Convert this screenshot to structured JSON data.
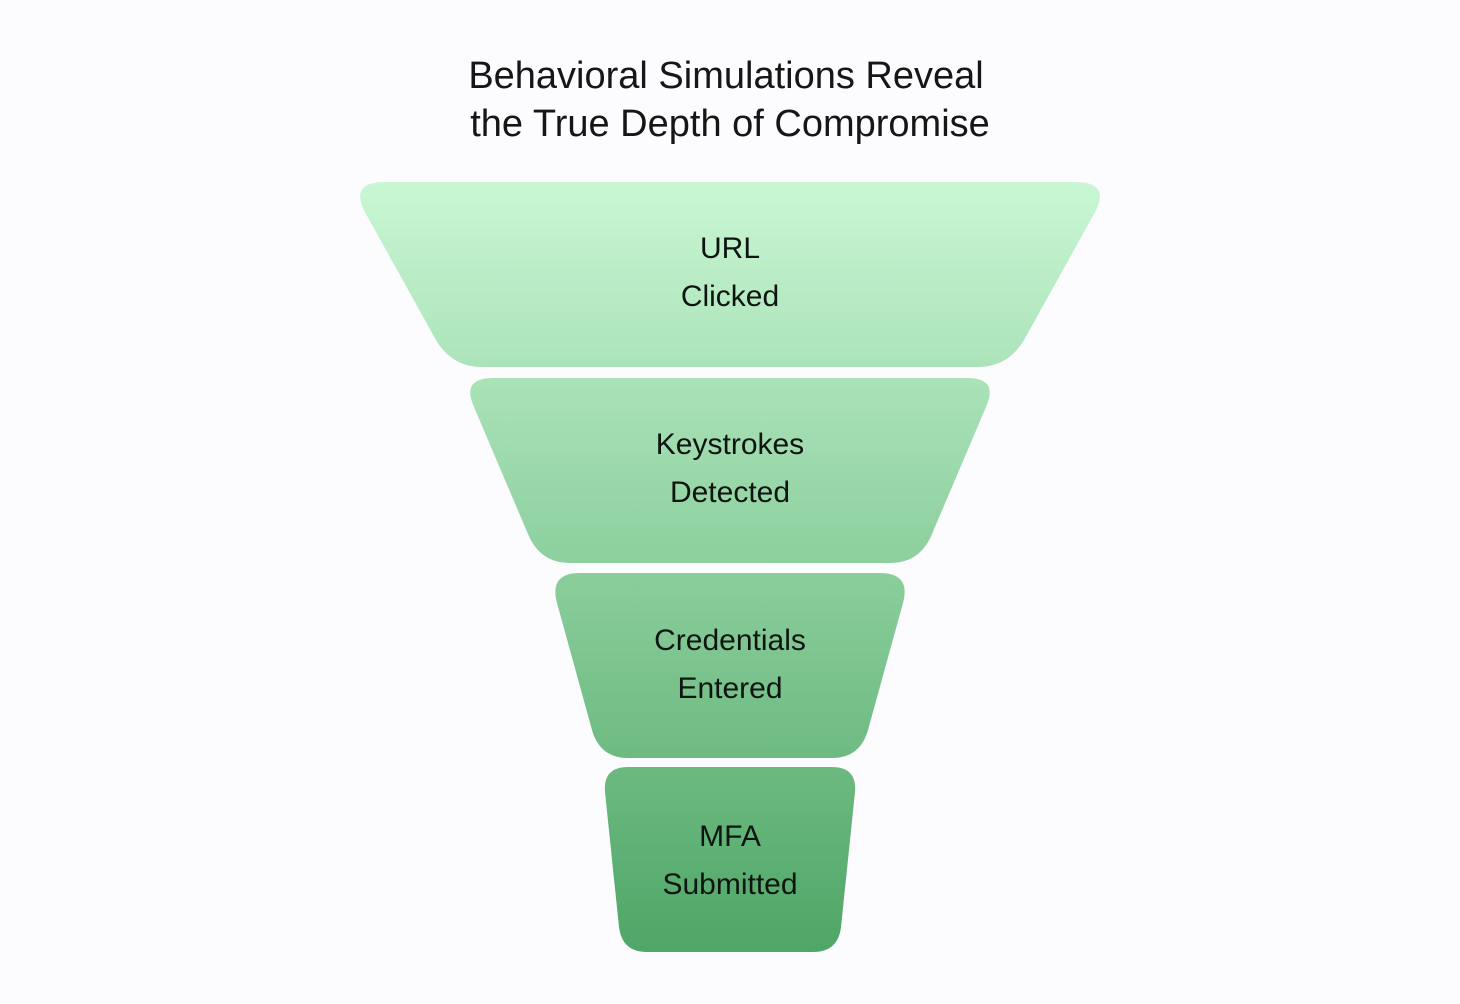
{
  "title": {
    "line1": "Behavioral Simulations Reveal",
    "line2": "the True Depth of Compromise"
  },
  "stages": [
    {
      "line1": "URL",
      "line2": "Clicked"
    },
    {
      "line1": "Keystrokes",
      "line2": "Detected"
    },
    {
      "line1": "Credentials",
      "line2": "Entered"
    },
    {
      "line1": "MFA",
      "line2": "Submitted"
    }
  ],
  "colors": {
    "background": "#fcfbfe",
    "gradient_top": "#c9f7d4",
    "gradient_bottom": "#4fa666",
    "text": "#0e1410"
  }
}
